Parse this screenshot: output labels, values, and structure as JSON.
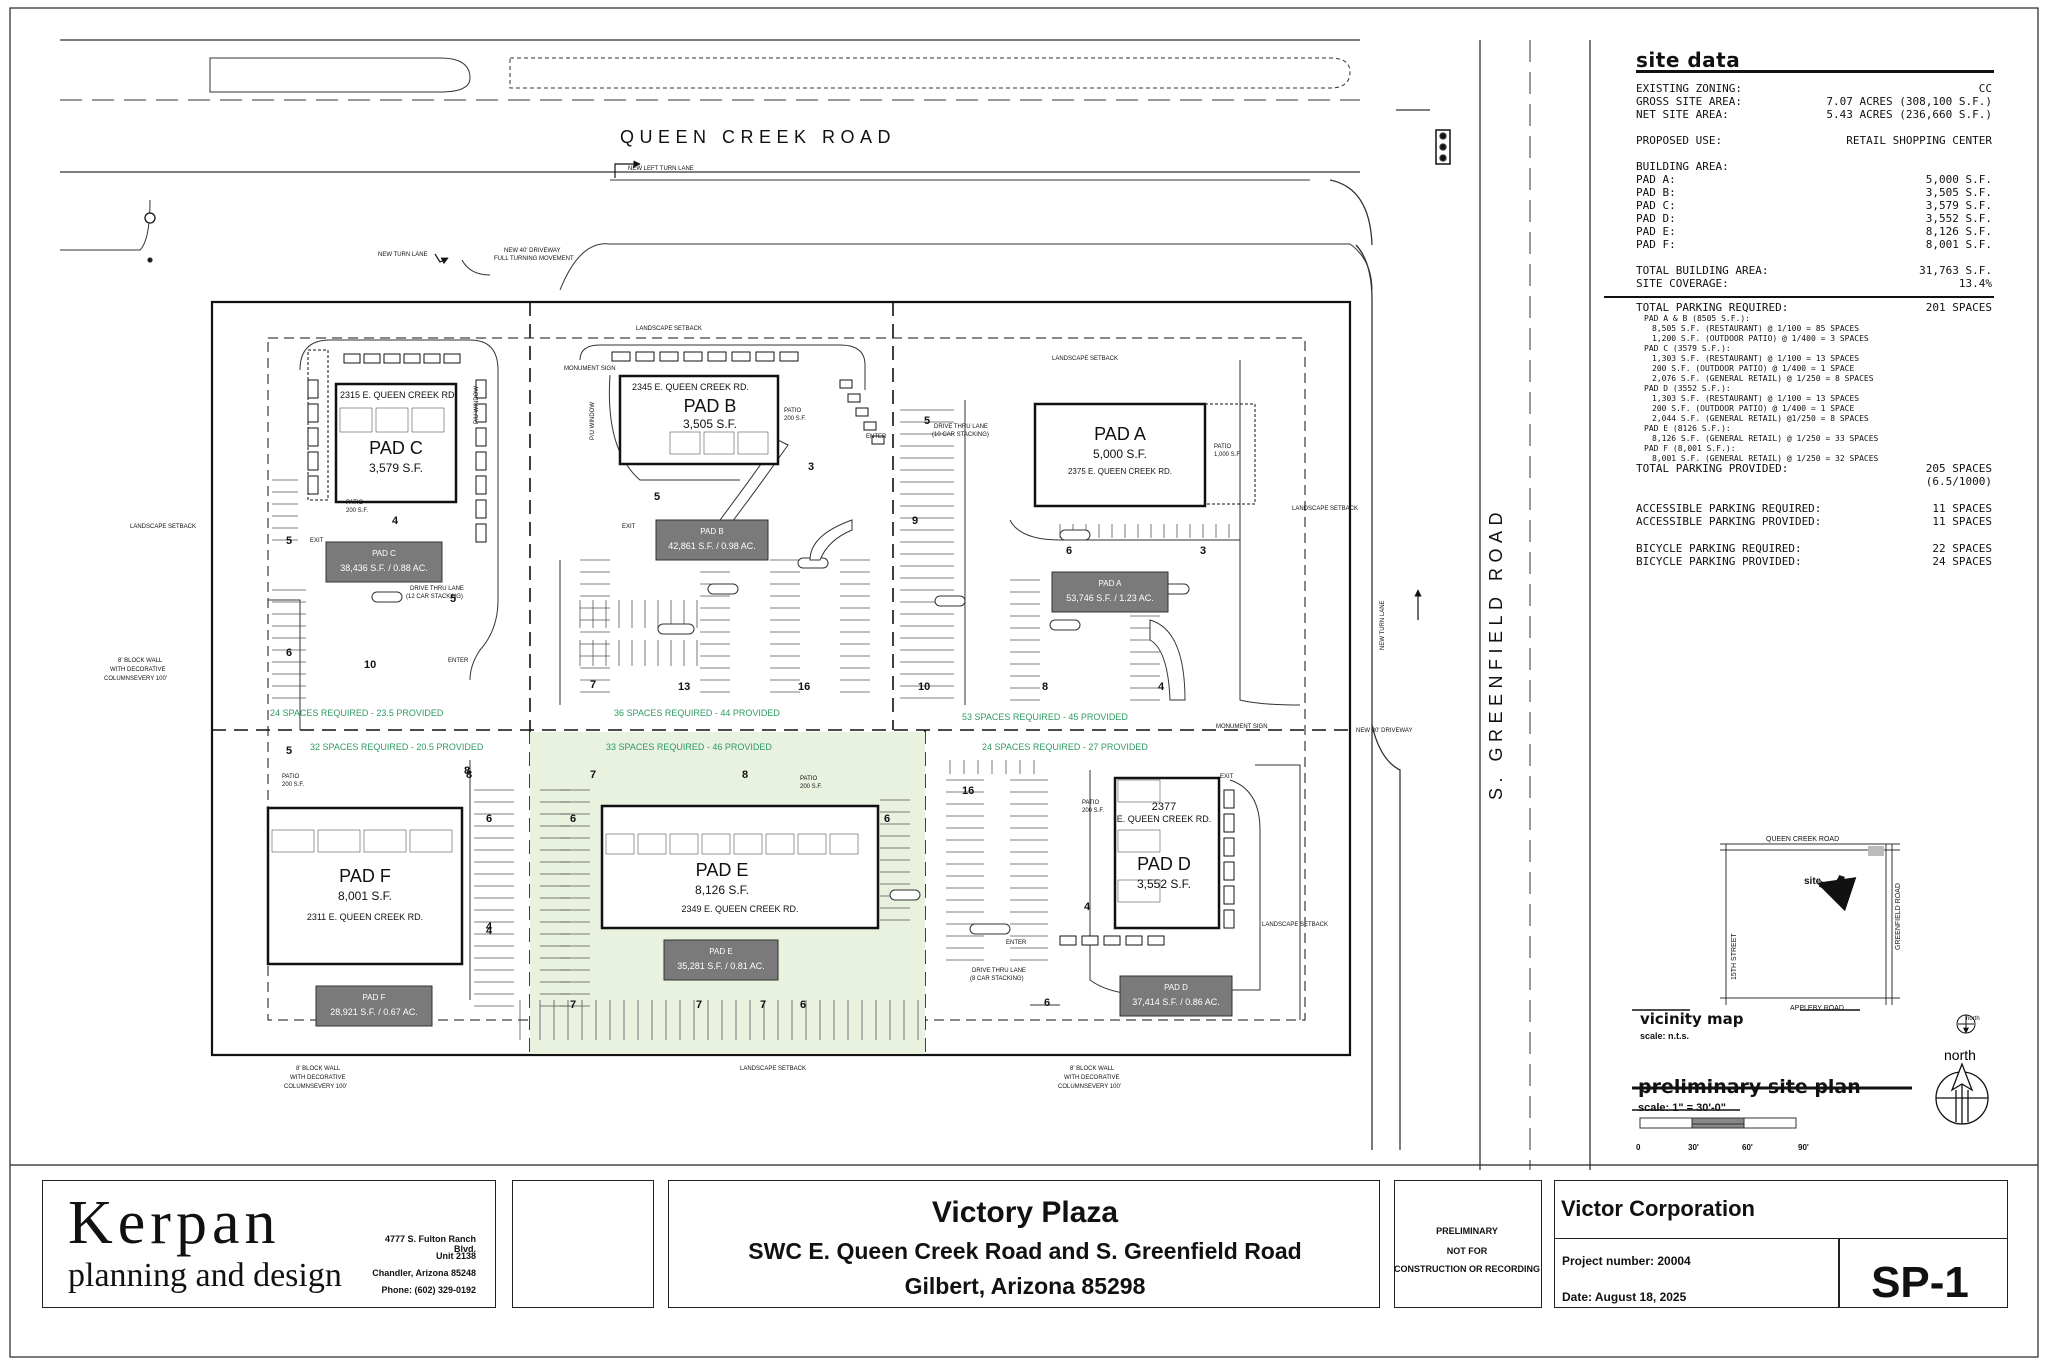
{
  "streets": {
    "queen_creek": "QUEEN CREEK ROAD",
    "greenfield": "S. GREENFIELD ROAD"
  },
  "notes": {
    "new_left_turn": "NEW LEFT TURN LANE",
    "new_turn_lane": "NEW TURN LANE",
    "new_turn_lane_right": "NEW TURN LANE",
    "new_driveway": [
      "NEW 40' DRIVEWAY",
      "FULL TURNING MOVEMENT"
    ],
    "new_30_driveway": "NEW 30' DRIVEWAY",
    "landscape_setback": "LANDSCAPE SETBACK",
    "monument_sign": "MONUMENT SIGN",
    "block_wall": [
      "8' BLOCK WALL",
      "WITH DECORATIVE",
      "COLUMNSEVERY 100'"
    ],
    "enter": "ENTER",
    "exit": "EXIT",
    "pu_window": "P/U WINDOW",
    "drive_thru_12": [
      "DRIVE THRU LANE",
      "(12 CAR STACKING)"
    ],
    "drive_thru_10": [
      "DRIVE THRU LANE",
      "(10 CAR STACKING)"
    ],
    "drive_thru_8": [
      "DRIVE THRU LANE",
      "(8 CAR STACKING)"
    ]
  },
  "pads": [
    {
      "name": "PAD C",
      "sf": "3,579 S.F.",
      "address": "2315 E. QUEEN CREEK RD.",
      "lot": "PAD C",
      "lot_area": "38,436 S.F. / 0.88 AC.",
      "patio": "PATIO",
      "patio_sf": "200 S.F."
    },
    {
      "name": "PAD B",
      "sf": "3,505 S.F.",
      "address": "2345 E. QUEEN CREEK RD.",
      "lot": "PAD B",
      "lot_area": "42,861 S.F. / 0.98 AC.",
      "patio": "PATIO",
      "patio_sf": "200 S.F."
    },
    {
      "name": "PAD A",
      "sf": "5,000 S.F.",
      "address": "2375 E. QUEEN CREEK RD.",
      "lot": "PAD A",
      "lot_area": "53,746 S.F. / 1.23 AC.",
      "patio": "PATIO",
      "patio_sf": "1,000 S.F."
    },
    {
      "name": "PAD F",
      "sf": "8,001 S.F.",
      "address": "2311 E. QUEEN CREEK RD.",
      "lot": "PAD F",
      "lot_area": "28,921 S.F. / 0.67 AC.",
      "patio": "PATIO",
      "patio_sf": "200 S.F."
    },
    {
      "name": "PAD E",
      "sf": "8,126 S.F.",
      "address": "2349 E. QUEEN CREEK RD.",
      "lot": "PAD E",
      "lot_area": "35,281 S.F. / 0.81 AC.",
      "patio": "PATIO",
      "patio_sf": "200 S.F."
    },
    {
      "name": "PAD D",
      "sf": "3,552 S.F.",
      "address": "2377",
      "address2": "E. QUEEN CREEK RD.",
      "lot": "PAD D",
      "lot_area": "37,414 S.F. / 0.86 AC.",
      "patio": "PATIO",
      "patio_sf": "200 S.F."
    }
  ],
  "parking_summaries": [
    "24 SPACES REQUIRED - 23.5 PROVIDED",
    "36 SPACES REQUIRED - 44 PROVIDED",
    "53 SPACES REQUIRED - 45 PROVIDED",
    "32 SPACES REQUIRED - 20.5 PROVIDED",
    "33 SPACES REQUIRED - 46 PROVIDED",
    "24 SPACES REQUIRED - 27 PROVIDED"
  ],
  "stall_counts": [
    "10",
    "6",
    "5",
    "8",
    "4",
    "5",
    "3",
    "5",
    "7",
    "13",
    "16",
    "9",
    "10",
    "8",
    "4",
    "6",
    "3",
    "7",
    "8",
    "6",
    "6",
    "5",
    "4",
    "6",
    "7",
    "7",
    "6",
    "16",
    "4",
    "6",
    "7",
    "4",
    "8",
    "5"
  ],
  "site_data": {
    "title": "site data",
    "rows": [
      {
        "label": "EXISTING ZONING:",
        "value": "CC"
      },
      {
        "label": "GROSS SITE AREA:",
        "value": "7.07 ACRES (308,100 S.F.)"
      },
      {
        "label": "NET SITE AREA:",
        "value": "5.43 ACRES (236,660 S.F.)"
      },
      {
        "label": "PROPOSED USE:",
        "value": "RETAIL SHOPPING CENTER"
      },
      {
        "label": "BUILDING AREA:",
        "value": ""
      },
      {
        "label": "PAD A:",
        "value": "5,000 S.F."
      },
      {
        "label": "PAD B:",
        "value": "3,505 S.F."
      },
      {
        "label": "PAD C:",
        "value": "3,579 S.F."
      },
      {
        "label": "PAD D:",
        "value": "3,552 S.F."
      },
      {
        "label": "PAD E:",
        "value": "8,126 S.F."
      },
      {
        "label": "PAD F:",
        "value": "8,001 S.F."
      },
      {
        "label": "TOTAL BUILDING AREA:",
        "value": "31,763 S.F."
      },
      {
        "label": "SITE COVERAGE:",
        "value": "13.4%"
      },
      {
        "label": "TOTAL PARKING REQUIRED:",
        "value": "201 SPACES"
      }
    ],
    "parking_breakdown": [
      "PAD A & B (8505 S.F.):",
      "8,505 S.F. (RESTAURANT) @ 1/100 = 85 SPACES",
      "1,200 S.F. (OUTDOOR PATIO) @ 1/400 = 3 SPACES",
      "PAD C (3579 S.F.):",
      "1,303 S.F. (RESTAURANT) @ 1/100 = 13 SPACES",
      "200 S.F. (OUTDOOR PATIO) @ 1/400 = 1 SPACE",
      "2,076 S.F. (GENERAL RETAIL) @ 1/250 = 8 SPACES",
      "PAD D (3552 S.F.):",
      "1,303 S.F. (RESTAURANT) @ 1/100 = 13 SPACES",
      "200 S.F. (OUTDOOR PATIO) @ 1/400 = 1 SPACE",
      "2,044 S.F. (GENERAL RETAIL) @1/250 = 8 SPACES",
      "PAD E (8126 S.F.):",
      "8,126 S.F. (GENERAL RETAIL) @ 1/250 = 33 SPACES",
      "PAD F (8,001 S.F.):",
      "8,001 S.F. (GENERAL RETAIL) @ 1/250 = 32 SPACES"
    ],
    "rows2": [
      {
        "label": "TOTAL PARKING PROVIDED:",
        "value": "205 SPACES"
      },
      {
        "label": "",
        "value": "(6.5/1000)"
      },
      {
        "label": "ACCESSIBLE PARKING REQUIRED:",
        "value": "11 SPACES"
      },
      {
        "label": "ACCESSIBLE PARKING PROVIDED:",
        "value": "11 SPACES"
      },
      {
        "label": "BICYCLE PARKING REQUIRED:",
        "value": "22 SPACES"
      },
      {
        "label": "BICYCLE PARKING PROVIDED:",
        "value": "24 SPACES"
      }
    ]
  },
  "vicinity": {
    "title": "vicinity map",
    "scale": "scale: n.t.s.",
    "queen_creek": "QUEEN CREEK ROAD",
    "appleby": "APPLEBY ROAD",
    "street_15th": "15TH STREET",
    "greenfield": "GREENFIELD ROAD",
    "site": "site",
    "north": "north"
  },
  "plan_title": {
    "title": "preliminary site plan",
    "scale": "scale: 1\" = 30'-0\"",
    "north": "north",
    "ticks": [
      "0",
      "30'",
      "60'",
      "90'"
    ]
  },
  "title_block": {
    "firm_name": "Kerpan",
    "firm_sub": "planning and design",
    "address": [
      "4777 S. Fulton Ranch Blvd.",
      "Unit 2138",
      "Chandler, Arizona  85248",
      "Phone: (602) 329-0192"
    ],
    "project": "Victory Plaza",
    "location": "SWC E. Queen Creek Road and S. Greenfield Road",
    "city": "Gilbert, Arizona  85298",
    "notice": [
      "PRELIMINARY",
      "NOT FOR",
      "CONSTRUCTION OR RECORDING"
    ],
    "client": "Victor Corporation",
    "project_number": "Project number:  20004",
    "date": "Date: August 18, 2025",
    "sheet": "SP-1"
  },
  "colors": {
    "ink": "#111111",
    "lot_box": "#7a7a7a",
    "parking_text": "#2e9b63",
    "highlight": "#e9f1df",
    "scale_bar": "#888888"
  }
}
